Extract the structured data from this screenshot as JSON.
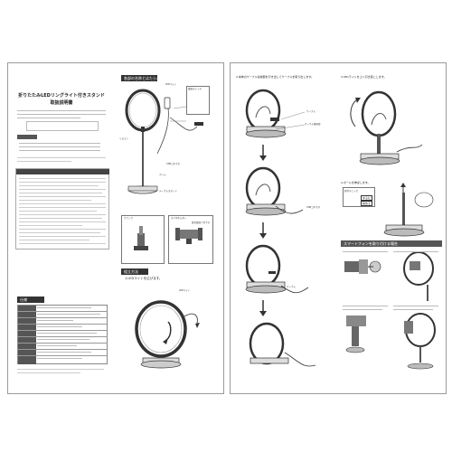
{
  "left_page": {
    "title_line1": "折りたたみLEDリングライト付きスタンド",
    "title_line2": "取扱説明書",
    "parts_header": "各部の名称とはたらき",
    "specs_header": "仕様",
    "setup_header": "組立方法",
    "step1": "1.LEDライトを広げます。",
    "labels": {
      "led_light": "LEDライト",
      "remote": "リモコン",
      "usb_connector": "USBコネクタ",
      "pole": "ポール",
      "base": "テーブルスタンド",
      "clamp": "クランプ",
      "holder": "スマホホルダー",
      "adapter": "雲台変換アダプタ",
      "power_switch": "電源スイッチ"
    }
  },
  "right_page": {
    "step2": "2.本体のケーブル収納部を引き出してケーブルを取り出します。",
    "step3": "3.LEDライトを上へ引き起こします。",
    "step4": "4.ポールを伸ばします。",
    "smartphone_header": "スマートフォンを取り付ける場合",
    "labels": {
      "cable": "ケーブル",
      "cable_storage": "ケーブル収納部",
      "usb": "USBコネクタ",
      "check_box": "取付チェック",
      "loose": "ゆるむ",
      "tight": "締める"
    }
  }
}
